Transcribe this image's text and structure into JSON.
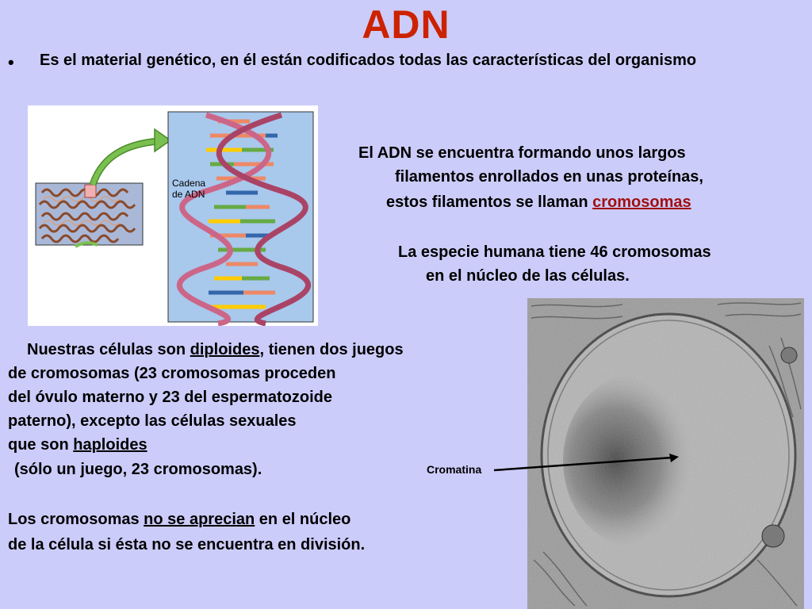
{
  "title": "ADN",
  "bullet": {
    "marker": "•",
    "text": "Es el material genético, en él están codificados todas las características del organismo"
  },
  "dna_figure": {
    "label_line1": "Cadena",
    "label_line2": "de ADN"
  },
  "right_paragraph": {
    "line1": "El ADN se encuentra formando unos largos",
    "line2": "filamentos enrollados en unas proteínas,",
    "line3_prefix": "estos filamentos se llaman ",
    "line3_link": "cromosomas"
  },
  "species": {
    "line1": "La especie humana tiene 46 cromosomas",
    "line2": "en el núcleo de las células."
  },
  "diploid": {
    "line1_prefix": "Nuestras células son ",
    "line1_term": "diploides",
    "line1_suffix": ", tienen dos juegos",
    "line2": "de cromosomas (23 cromosomas proceden",
    "line3": "del óvulo materno y 23 del espermatozoide",
    "line4": "paterno), excepto las células sexuales",
    "line5_prefix": "que son ",
    "line5_term": "haploides",
    "line6": "(sólo un juego, 23 cromosomas)."
  },
  "bottom": {
    "line1_prefix": "Los cromosomas ",
    "line1_term": "no se aprecian",
    "line1_suffix": " en el núcleo",
    "line2": "de la célula si ésta no se encuentra en división."
  },
  "micrograph": {
    "label": "Cromatina"
  },
  "colors": {
    "background": "#ccccfa",
    "title": "#cc2200",
    "link": "#a01010"
  }
}
